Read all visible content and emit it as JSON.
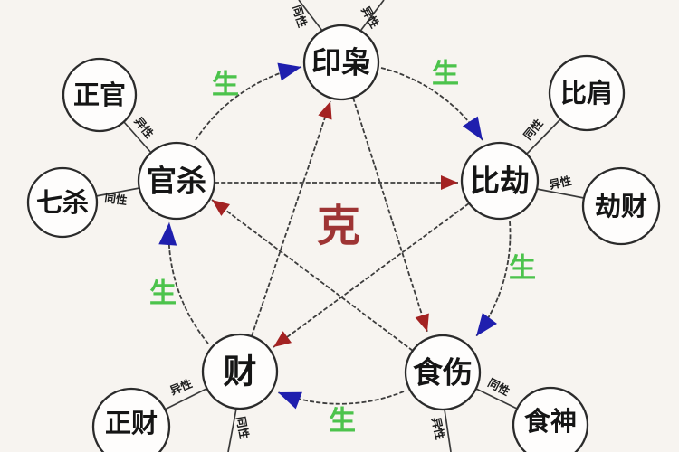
{
  "diagram": {
    "center_label": "克",
    "sheng_label": "生",
    "relation_labels": {
      "same": "同性",
      "opposite": "异性"
    },
    "main_nodes": {
      "yinxiao": "印枭",
      "bijie": "比劫",
      "shishang": "食伤",
      "cai": "财",
      "guansha": "官杀"
    },
    "satellites": {
      "zhengguan": "正官",
      "qisha": "七杀",
      "bijian": "比肩",
      "jiecai": "劫财",
      "shishen": "食神",
      "zhengcai": "正财"
    },
    "colors": {
      "background": "#f7f4f0",
      "ke_text": "#9e3434",
      "sheng_text": "#4cc34c",
      "sheng_arrow": "#1f1fae",
      "ke_arrow": "#a32222",
      "line": "#3c3c3c"
    }
  }
}
